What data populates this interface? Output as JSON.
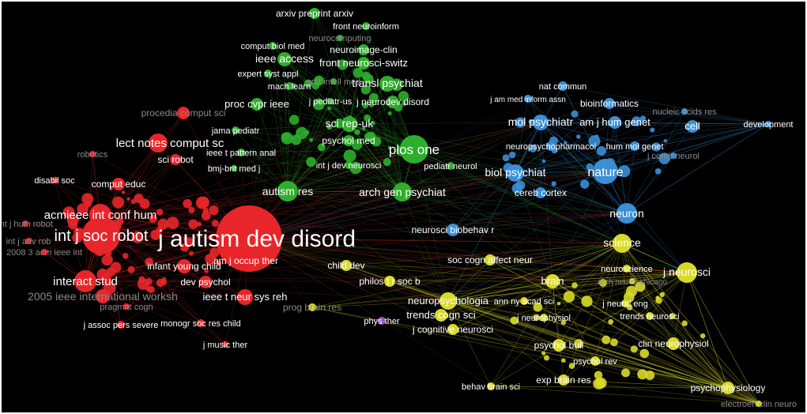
{
  "colors": {
    "background": "#000000",
    "border": "#ffffff",
    "cluster_red": "#e8262a",
    "cluster_green": "#2fae2c",
    "cluster_blue": "#3a8fd6",
    "cluster_yellow": "#d9d92a",
    "cluster_purple": "#9a55c8",
    "label_bright": "#ffffff",
    "label_dim": "#8a8a8a"
  },
  "network": {
    "nodes": [
      {
        "id": "j autism dev disord",
        "cluster": "red",
        "weight": 10
      },
      {
        "id": "int j soc robot",
        "cluster": "red",
        "weight": 6
      },
      {
        "id": "acmieee int conf hum",
        "cluster": "red",
        "weight": 5
      },
      {
        "id": "interact stud",
        "cluster": "red",
        "weight": 4
      },
      {
        "id": "lect notes comput sc",
        "cluster": "red",
        "weight": 4
      },
      {
        "id": "2005 ieee international worksh",
        "cluster": "red",
        "weight": 3,
        "dim": true
      },
      {
        "id": "ieee t neur sys reh",
        "cluster": "red",
        "weight": 3
      },
      {
        "id": "infant young child",
        "cluster": "red",
        "weight": 2
      },
      {
        "id": "dev psychol",
        "cluster": "red",
        "weight": 2
      },
      {
        "id": "am j occup ther",
        "cluster": "red",
        "weight": 2
      },
      {
        "id": "comput educ",
        "cluster": "red",
        "weight": 2
      },
      {
        "id": "sci robot",
        "cluster": "red",
        "weight": 2
      },
      {
        "id": "robotics",
        "cluster": "red",
        "weight": 1,
        "dim": true
      },
      {
        "id": "disabil soc",
        "cluster": "red",
        "weight": 1
      },
      {
        "id": "procedia comput sci",
        "cluster": "red",
        "weight": 2,
        "dim": true
      },
      {
        "id": "j assoc pers severe",
        "cluster": "red",
        "weight": 1
      },
      {
        "id": "monogr soc res child",
        "cluster": "red",
        "weight": 1
      },
      {
        "id": "j music ther",
        "cluster": "red",
        "weight": 1
      },
      {
        "id": "int j hum robot",
        "cluster": "red",
        "weight": 1,
        "dim": true
      },
      {
        "id": "int j adv rob",
        "cluster": "red",
        "weight": 1,
        "dim": true
      },
      {
        "id": "2008 3 acm ieee int",
        "cluster": "red",
        "weight": 1,
        "dim": true
      },
      {
        "id": "pragmat cogn",
        "cluster": "red",
        "weight": 1,
        "dim": true
      },
      {
        "id": "autism res",
        "cluster": "green",
        "weight": 4
      },
      {
        "id": "plos one",
        "cluster": "green",
        "weight": 4
      },
      {
        "id": "sci rep-uk",
        "cluster": "green",
        "weight": 3
      },
      {
        "id": "arch gen psychiat",
        "cluster": "green",
        "weight": 3
      },
      {
        "id": "transl psychiat",
        "cluster": "green",
        "weight": 3
      },
      {
        "id": "ieee access",
        "cluster": "green",
        "weight": 3
      },
      {
        "id": "front neurosci-switz",
        "cluster": "green",
        "weight": 2
      },
      {
        "id": "proc cvpr ieee",
        "cluster": "green",
        "weight": 2
      },
      {
        "id": "arxiv preprint arxiv",
        "cluster": "green",
        "weight": 2
      },
      {
        "id": "front neuroinform",
        "cluster": "green",
        "weight": 1
      },
      {
        "id": "neurocomputing",
        "cluster": "green",
        "weight": 1,
        "dim": true
      },
      {
        "id": "comput biol med",
        "cluster": "green",
        "weight": 1
      },
      {
        "id": "neuroimage-clin",
        "cluster": "green",
        "weight": 2
      },
      {
        "id": "expert syst appl",
        "cluster": "green",
        "weight": 1
      },
      {
        "id": "mach learn",
        "cluster": "green",
        "weight": 1
      },
      {
        "id": "artif intell med",
        "cluster": "green",
        "weight": 1,
        "dim": true
      },
      {
        "id": "j pediatr-us",
        "cluster": "green",
        "weight": 1
      },
      {
        "id": "j neurodev disord",
        "cluster": "green",
        "weight": 2
      },
      {
        "id": "jama pediatr",
        "cluster": "green",
        "weight": 1
      },
      {
        "id": "psychol med",
        "cluster": "green",
        "weight": 2
      },
      {
        "id": "ieee t pattern anal",
        "cluster": "green",
        "weight": 1
      },
      {
        "id": "bmj-brit med j",
        "cluster": "green",
        "weight": 1
      },
      {
        "id": "int j dev neurosci",
        "cluster": "green",
        "weight": 1
      },
      {
        "id": "pediatr neurol",
        "cluster": "green",
        "weight": 1
      },
      {
        "id": "nature",
        "cluster": "blue",
        "weight": 4
      },
      {
        "id": "neuron",
        "cluster": "blue",
        "weight": 3
      },
      {
        "id": "biol psychiat",
        "cluster": "blue",
        "weight": 3
      },
      {
        "id": "mol psychiatr",
        "cluster": "blue",
        "weight": 3
      },
      {
        "id": "am j hum genet",
        "cluster": "blue",
        "weight": 2
      },
      {
        "id": "cell",
        "cluster": "blue",
        "weight": 2
      },
      {
        "id": "bioinformatics",
        "cluster": "blue",
        "weight": 2
      },
      {
        "id": "nat commun",
        "cluster": "blue",
        "weight": 1
      },
      {
        "id": "j am med inform assn",
        "cluster": "blue",
        "weight": 1
      },
      {
        "id": "neuropsychopharmacol",
        "cluster": "blue",
        "weight": 1
      },
      {
        "id": "hum mol genet",
        "cluster": "blue",
        "weight": 1
      },
      {
        "id": "j comp neurol",
        "cluster": "blue",
        "weight": 1,
        "dim": true
      },
      {
        "id": "development",
        "cluster": "blue",
        "weight": 1
      },
      {
        "id": "nucleic acids res",
        "cluster": "blue",
        "weight": 1,
        "dim": true
      },
      {
        "id": "cereb cortex",
        "cluster": "blue",
        "weight": 2
      },
      {
        "id": "neurosci biobehav r",
        "cluster": "blue",
        "weight": 2
      },
      {
        "id": "j neurosci",
        "cluster": "yellow",
        "weight": 3
      },
      {
        "id": "science",
        "cluster": "yellow",
        "weight": 3
      },
      {
        "id": "neuropsychologia",
        "cluster": "yellow",
        "weight": 3
      },
      {
        "id": "brain",
        "cluster": "yellow",
        "weight": 2
      },
      {
        "id": "trends cogn sci",
        "cluster": "yellow",
        "weight": 2
      },
      {
        "id": "soc cogn affect neur",
        "cluster": "yellow",
        "weight": 2
      },
      {
        "id": "philos t r soc b",
        "cluster": "yellow",
        "weight": 2
      },
      {
        "id": "child dev",
        "cluster": "yellow",
        "weight": 2
      },
      {
        "id": "prog brain res",
        "cluster": "yellow",
        "weight": 1,
        "dim": true
      },
      {
        "id": "j cognitive neurosci",
        "cluster": "yellow",
        "weight": 2
      },
      {
        "id": "ann ny acad sci",
        "cluster": "yellow",
        "weight": 1
      },
      {
        "id": "j neurophysiol",
        "cluster": "yellow",
        "weight": 1
      },
      {
        "id": "psychol bull",
        "cluster": "yellow",
        "weight": 2
      },
      {
        "id": "clin neurophysiol",
        "cluster": "yellow",
        "weight": 2
      },
      {
        "id": "psychol rev",
        "cluster": "yellow",
        "weight": 1
      },
      {
        "id": "exp brain res",
        "cluster": "yellow",
        "weight": 2
      },
      {
        "id": "psychophysiology",
        "cluster": "yellow",
        "weight": 2
      },
      {
        "id": "behav brain sci",
        "cluster": "yellow",
        "weight": 1
      },
      {
        "id": "neuroscience",
        "cluster": "yellow",
        "weight": 1
      },
      {
        "id": "arch neurol-chicago",
        "cluster": "yellow",
        "weight": 1,
        "dim": true
      },
      {
        "id": "j neural eng",
        "cluster": "yellow",
        "weight": 1
      },
      {
        "id": "trends neurosci",
        "cluster": "yellow",
        "weight": 1
      },
      {
        "id": "electroen clin neuro",
        "cluster": "yellow",
        "weight": 1,
        "dim": true
      },
      {
        "id": "phys ther",
        "cluster": "purple",
        "weight": 1
      }
    ]
  }
}
